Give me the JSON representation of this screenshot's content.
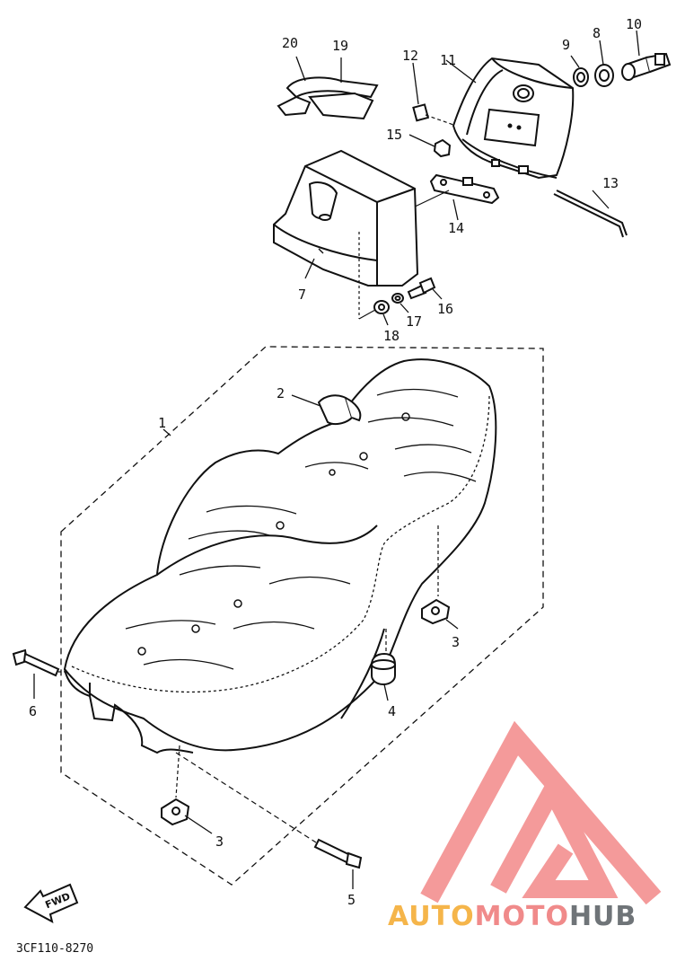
{
  "diagram": {
    "callouts": [
      "1",
      "2",
      "3",
      "3",
      "4",
      "5",
      "6",
      "7",
      "8",
      "9",
      "10",
      "11",
      "12",
      "13",
      "14",
      "15",
      "16",
      "17",
      "18",
      "19",
      "20"
    ],
    "reference_code": "3CF110-8270",
    "fwd_label": "FWD"
  },
  "watermark": {
    "part1": "AUTO",
    "part2": "MOTO",
    "part3": "HUB",
    "colors": {
      "auto": "#f5b54a",
      "moto": "#f08a8a",
      "hub": "#6f7478",
      "logo": "#f49a9a"
    }
  }
}
